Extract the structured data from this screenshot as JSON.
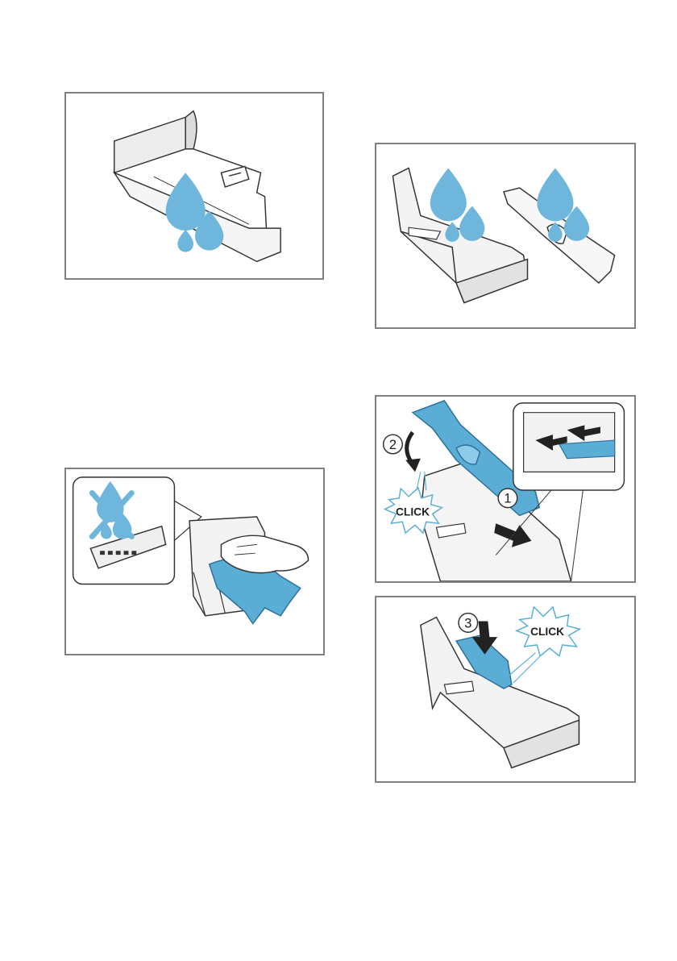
{
  "illustrations": {
    "dispenser_rinse": {
      "icon": "water-drops-icon"
    },
    "parts_rinse": {
      "icon": "water-drops-icon"
    },
    "wipe_dry": {
      "icon": "cloth-wipe-icon",
      "warning_icon": "no-water-icon"
    },
    "insert_siphon": {
      "step_1": "1",
      "step_2": "2",
      "click_label": "CLICK"
    },
    "press_siphon": {
      "step_3": "3",
      "click_label": "CLICK"
    }
  },
  "colors": {
    "water_blue": "#6fb6dc",
    "part_blue": "#5aaed6",
    "outline": "#333333",
    "frame": "#808080",
    "grey_fill": "#e6e6e6"
  }
}
